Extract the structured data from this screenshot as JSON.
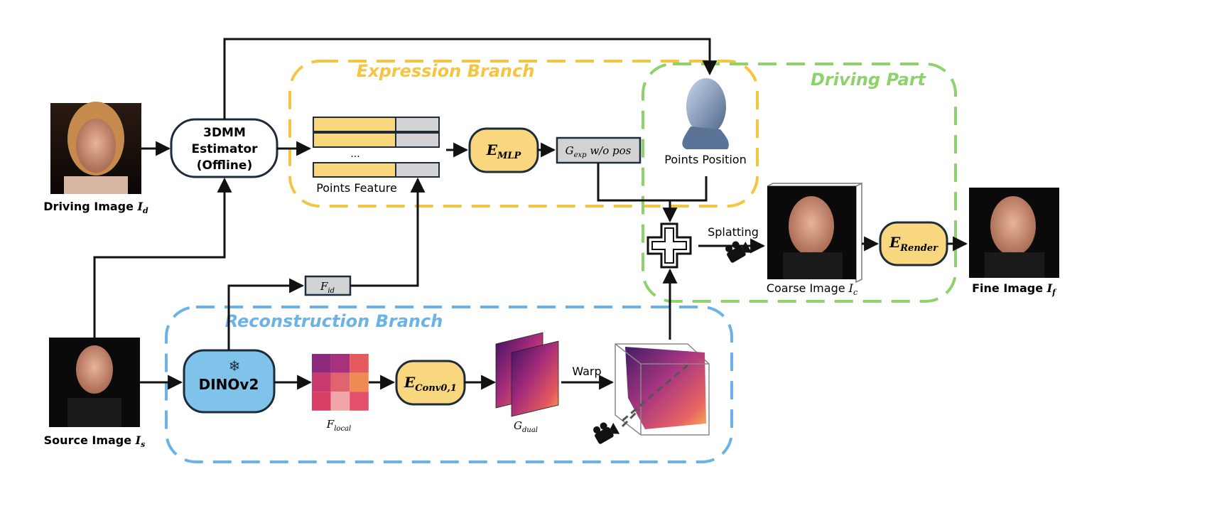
{
  "branches": {
    "expression": {
      "label": "Expression Branch",
      "color": "#F5C542"
    },
    "driving": {
      "label": "Driving Part",
      "color": "#8ED26B"
    },
    "reconstruction": {
      "label": "Reconstruction Branch",
      "color": "#6BB3E6"
    }
  },
  "inputs": {
    "driving": {
      "label": "Driving Image ",
      "sym": "I",
      "sub": "d"
    },
    "source": {
      "label": "Source Image ",
      "sym": "I",
      "sub": "s"
    }
  },
  "modules": {
    "estimator": {
      "line1": "3DMM",
      "line2": "Estimator",
      "line3": "(Offline)"
    },
    "dinov2": {
      "label": "DINOv2",
      "frozen_icon": "snowflake-icon"
    },
    "e_mlp": {
      "sym": "E",
      "sub": "MLP"
    },
    "e_conv": {
      "sym": "E",
      "sub": "Conv0,1"
    },
    "e_render": {
      "sym": "E",
      "sub": "Render"
    }
  },
  "features": {
    "points_feature": {
      "label": "Points Feature",
      "ellipsis": "..."
    },
    "g_exp": {
      "sym": "G",
      "sub": "exp",
      "suffix": " w/o pos"
    },
    "f_id": {
      "sym": "F",
      "sub": "id"
    },
    "f_local": {
      "sym": "F",
      "sub": "local"
    },
    "g_dual": {
      "sym": "G",
      "sub": "dual"
    },
    "points_position": {
      "label": "Points Position"
    }
  },
  "ops": {
    "splatting": "Splatting",
    "warp": "Warp"
  },
  "outputs": {
    "coarse": {
      "label": "Coarse Image ",
      "sym": "I",
      "sub": "c"
    },
    "fine": {
      "label": "Fine Image ",
      "sym": "I",
      "sub": "f"
    }
  },
  "colors": {
    "module_yellow": "#F9D77E",
    "module_blue": "#7FC3EA",
    "feature_gray": "#D3D3D3",
    "feature_yellow": "#F9D77E",
    "heatmap": [
      "#8E2A7E",
      "#A5327A",
      "#E55A5C",
      "#C93A6E",
      "#E06470",
      "#F08A55",
      "#D93E64",
      "#F0A5A8",
      "#E2506A"
    ]
  }
}
